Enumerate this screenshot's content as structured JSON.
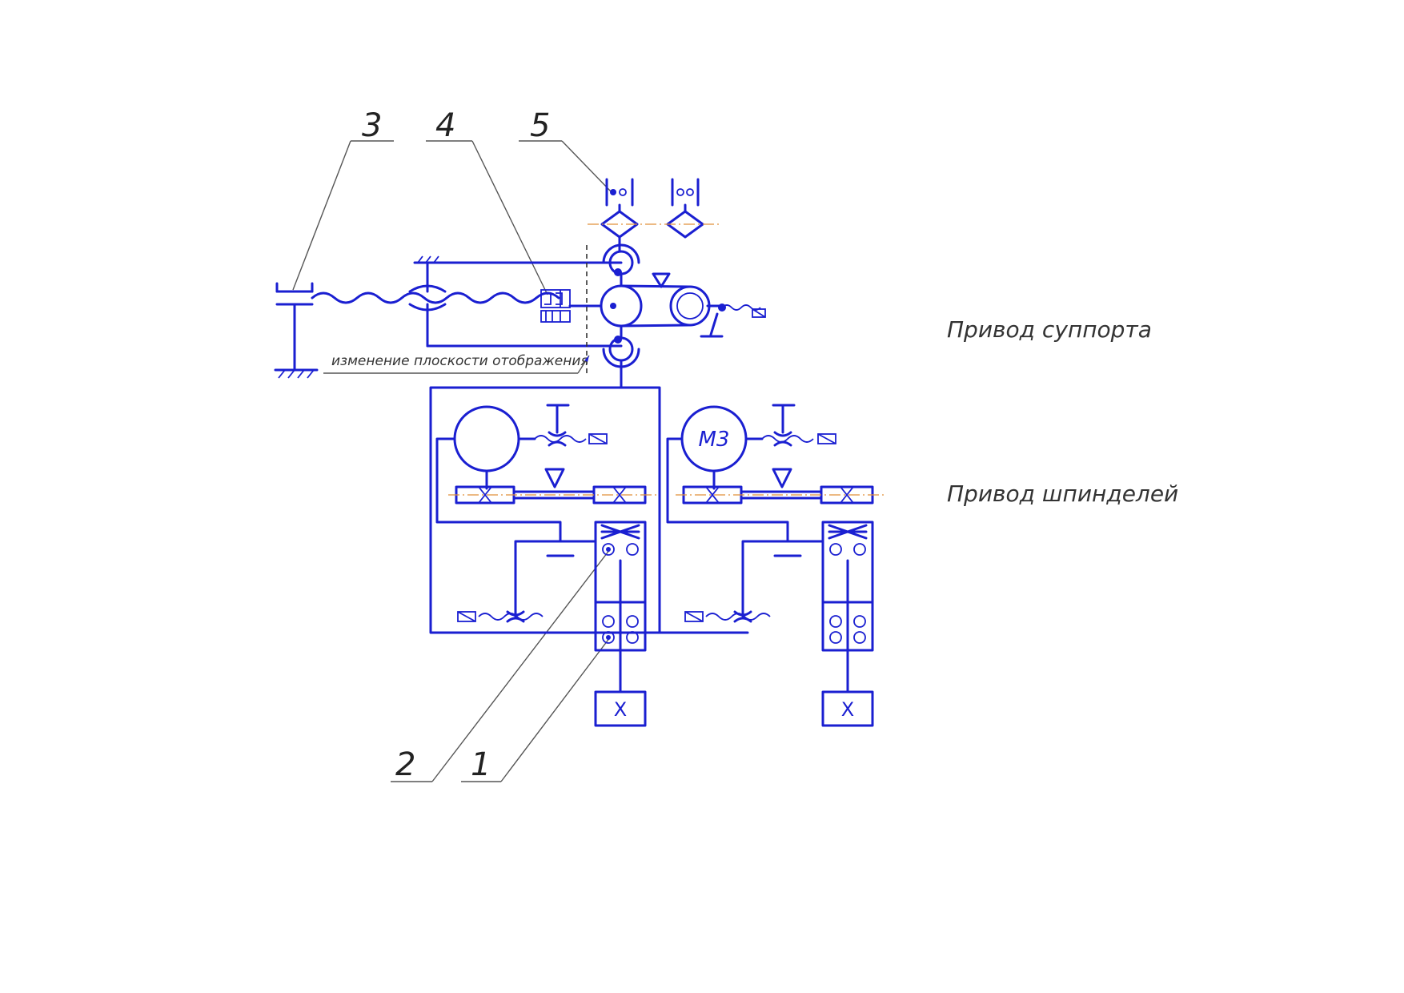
{
  "callouts": {
    "c3": "3",
    "c4": "4",
    "c5": "5",
    "c2": "2",
    "c1": "1"
  },
  "captions": {
    "support_drive": "Привод суппорта",
    "spindle_drive": "Привод шпинделей"
  },
  "note": "изменение плоскости отображения",
  "motor_right": "M3",
  "spindle_mark_left": "X",
  "spindle_mark_right": "X",
  "colors": {
    "lines": "#1a1fd1",
    "axes": "#e0903a",
    "leaders": "#555555"
  }
}
